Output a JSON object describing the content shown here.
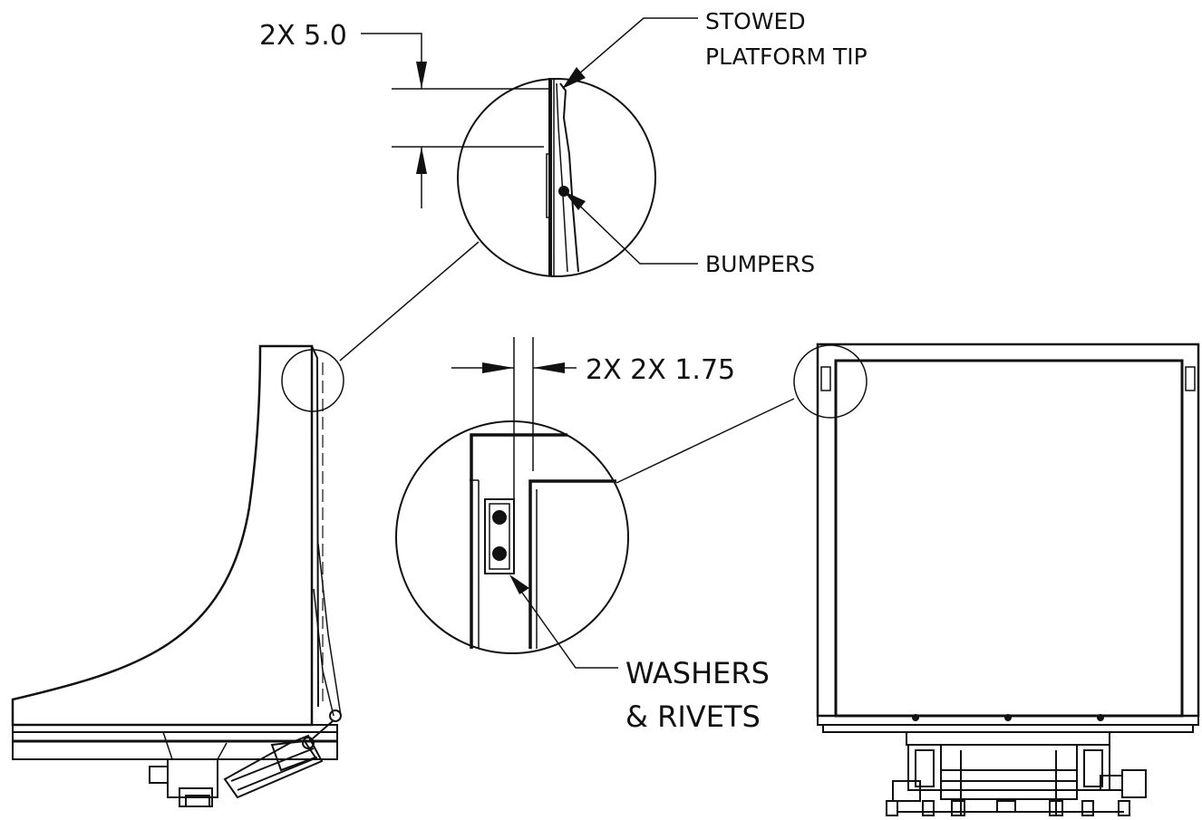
{
  "labels": {
    "dim_top": "2X 5.0",
    "dim_mid": "2X 2X 1.75",
    "stowed_line1": "STOWED",
    "stowed_line2": "PLATFORM TIP",
    "bumpers": "BUMPERS",
    "washers_line1": "WASHERS",
    "washers_line2": "& RIVETS"
  },
  "colors": {
    "line": "#111111",
    "background": "#ffffff"
  }
}
